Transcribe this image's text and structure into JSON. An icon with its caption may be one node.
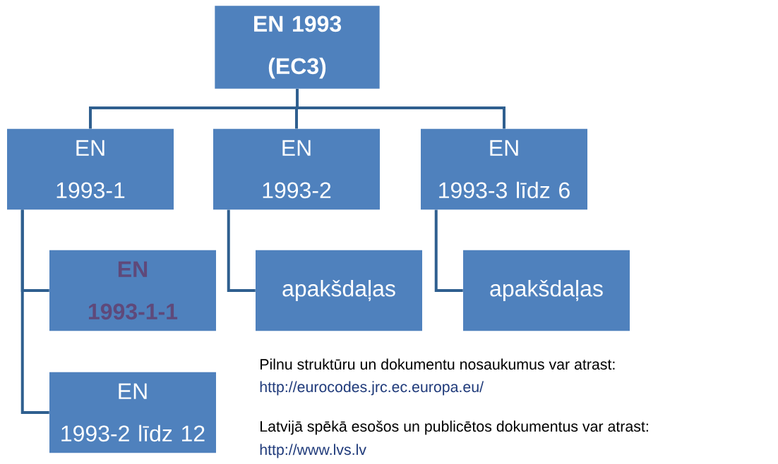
{
  "diagram": {
    "nodes": [
      {
        "text": [
          "EN 1993 (EC3)"
        ]
      },
      {
        "text": [
          "EN 1993-1"
        ]
      },
      {
        "text": [
          "EN 1993-2"
        ]
      },
      {
        "text": [
          "EN 1993-3 līdz 6"
        ]
      },
      {
        "text": [
          "EN 1993-1-1"
        ]
      },
      {
        "text": [
          "apakšdaļas"
        ]
      },
      {
        "text": [
          "apakšdaļas"
        ]
      },
      {
        "text": [
          "EN 1993-2 līdz 12"
        ]
      }
    ],
    "edges": [
      {
        "from": 0,
        "to": 1,
        "arrow": "none"
      },
      {
        "from": 0,
        "to": 2,
        "arrow": "none"
      },
      {
        "from": 0,
        "to": 3,
        "arrow": "none"
      },
      {
        "from": 1,
        "to": 4,
        "arrow": "none"
      },
      {
        "from": 1,
        "to": 7,
        "arrow": "none"
      },
      {
        "from": 2,
        "to": 5,
        "arrow": "none"
      },
      {
        "from": 3,
        "to": 6,
        "arrow": "none"
      }
    ],
    "labels": [
      "Pilnu struktūru un dokumentu nosaukumus var atrast:",
      "http://eurocodes.jrc.ec.europa.eu/",
      "Latvijā spēkā esošos un publicētos dokumentus var atrast:",
      "http://www.lvs.lv"
    ]
  }
}
